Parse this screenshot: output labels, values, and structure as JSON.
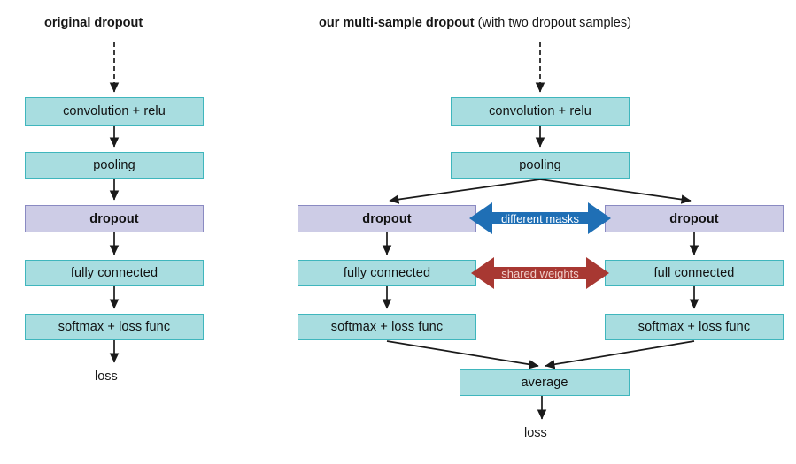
{
  "figure": {
    "type": "diagram",
    "kind": "neural-network-architecture-comparison",
    "background": "#ffffff",
    "colors": {
      "layer_fill": "#a8dde0",
      "layer_border": "#3fb6bd",
      "dropout_fill": "#cdcce6",
      "dropout_border": "#8a8ac2",
      "masks_arrow": "#1f6fb5",
      "weights_arrow": "#a83832",
      "edge": "#1a1a1a",
      "text": "#111111"
    }
  },
  "left_panel": {
    "title_bold": "original dropout",
    "title_rest": "",
    "nodes": [
      {
        "label": "convolution + relu",
        "type": "layer"
      },
      {
        "label": "pooling",
        "type": "layer"
      },
      {
        "label": "dropout",
        "type": "dropout"
      },
      {
        "label": "fully connected",
        "type": "layer"
      },
      {
        "label": "softmax + loss func",
        "type": "layer"
      }
    ],
    "output_label": "loss",
    "input_edge_style": "dashed"
  },
  "right_panel": {
    "title_bold": "our multi-sample dropout",
    "title_rest": " (with two dropout samples)",
    "shared_nodes": [
      {
        "label": "convolution + relu",
        "type": "layer"
      },
      {
        "label": "pooling",
        "type": "layer"
      }
    ],
    "branch_left": [
      {
        "label": "dropout",
        "type": "dropout"
      },
      {
        "label": "fully connected",
        "type": "layer"
      },
      {
        "label": "softmax + loss func",
        "type": "layer"
      }
    ],
    "branch_right": [
      {
        "label": "dropout",
        "type": "dropout"
      },
      {
        "label": "full connected",
        "type": "layer"
      },
      {
        "label": "softmax + loss func",
        "type": "layer"
      }
    ],
    "merge_node": {
      "label": "average",
      "type": "layer"
    },
    "output_label": "loss",
    "input_edge_style": "dashed",
    "annotations": [
      {
        "label": "different masks",
        "color": "#1f6fb5",
        "style": "double-arrow",
        "row": "dropout"
      },
      {
        "label": "shared weights",
        "color": "#a83832",
        "style": "double-arrow",
        "row": "fully-connected"
      }
    ]
  }
}
